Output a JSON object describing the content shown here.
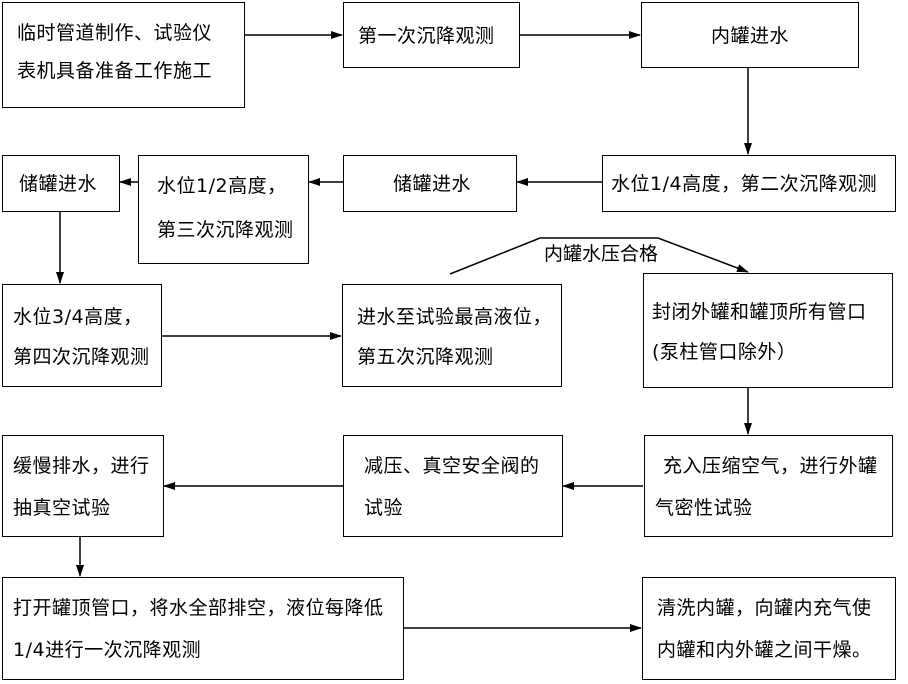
{
  "nodes": {
    "n1": {
      "lines": [
        "临时管道制作、试验仪",
        "表机具备准备工作施工"
      ]
    },
    "n2": {
      "lines": [
        "第一次沉降观测"
      ]
    },
    "n3": {
      "lines": [
        "内罐进水"
      ]
    },
    "n4": {
      "lines": [
        "水位1/4高度，第二次沉降观测"
      ]
    },
    "n5": {
      "lines": [
        "储罐进水"
      ]
    },
    "n6": {
      "lines": [
        "水位1/2高度，",
        "第三次沉降观测"
      ]
    },
    "n7": {
      "lines": [
        "储罐进水"
      ]
    },
    "n8": {
      "lines": [
        "水位3/4高度，",
        "第四次沉降观测"
      ]
    },
    "n9": {
      "lines": [
        "进水至试验最高液位，",
        "第五次沉降观测"
      ]
    },
    "n10": {
      "lines": [
        "封闭外罐和罐顶所有管口",
        "(泵柱管口除外）"
      ]
    },
    "n11": {
      "lines": [
        "充入压缩空气，进行外罐",
        "气密性试验"
      ]
    },
    "n12": {
      "lines": [
        "减压、真空安全阀的",
        "试验"
      ]
    },
    "n13": {
      "lines": [
        "缓慢排水，进行",
        "抽真空试验"
      ]
    },
    "n14": {
      "lines": [
        "打开罐顶管口，将水全部排空，液位每降低",
        "1/4进行一次沉降观测"
      ]
    },
    "n15": {
      "lines": [
        "清洗内罐，向罐内充气使",
        "内罐和内外罐之间干燥。"
      ]
    }
  },
  "edge_label": "内罐水压合格"
}
